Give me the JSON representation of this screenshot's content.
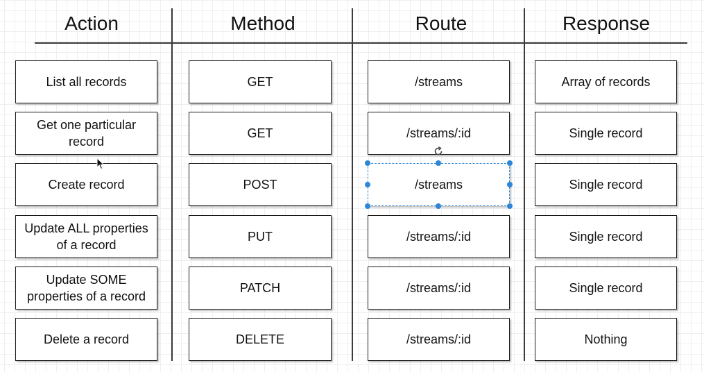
{
  "headers": {
    "action": "Action",
    "method": "Method",
    "route": "Route",
    "response": "Response"
  },
  "rows": [
    {
      "action": "List all records",
      "method": "GET",
      "route": "/streams",
      "response": "Array of records"
    },
    {
      "action": "Get one particular record",
      "method": "GET",
      "route": "/streams/:id",
      "response": "Single record"
    },
    {
      "action": "Create record",
      "method": "POST",
      "route": "/streams",
      "response": "Single record"
    },
    {
      "action": "Update ALL properties of a record",
      "method": "PUT",
      "route": "/streams/:id",
      "response": "Single record"
    },
    {
      "action": "Update SOME properties of a record",
      "method": "PATCH",
      "route": "/streams/:id",
      "response": "Single record"
    },
    {
      "action": "Delete a record",
      "method": "DELETE",
      "route": "/streams/:id",
      "response": "Nothing"
    }
  ],
  "selection": {
    "row": 2,
    "column": "route",
    "color": "#2d86d6"
  },
  "colors": {
    "border": "#1a1a1a",
    "divider": "#3a3a3a",
    "grid": "#efefef",
    "accent": "#2d86d6"
  },
  "icons": {
    "rotate": "rotate-handle-icon",
    "cursor": "mouse-pointer-icon"
  }
}
